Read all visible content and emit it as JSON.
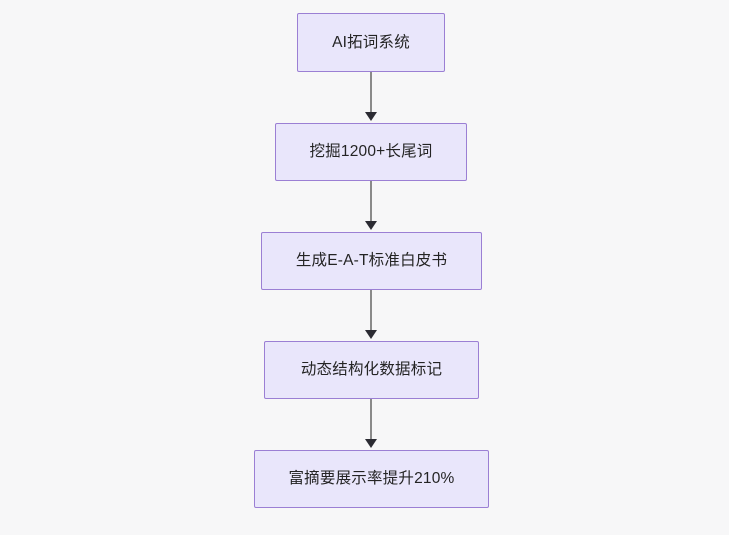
{
  "diagram": {
    "type": "flowchart",
    "orientation": "top-to-bottom",
    "background_color": "#f7f7f8",
    "node_fill_color": "#e9e6fb",
    "node_border_color": "#9b7fd4",
    "node_text_color": "#242424",
    "edge_line_color": "#8a8a8a",
    "edge_arrowhead_color": "#2b2b33",
    "nodes": [
      {
        "id": "n0",
        "label": "AI拓词系统"
      },
      {
        "id": "n1",
        "label": "挖掘1200+长尾词"
      },
      {
        "id": "n2",
        "label": "生成E-A-T标准白皮书"
      },
      {
        "id": "n3",
        "label": "动态结构化数据标记"
      },
      {
        "id": "n4",
        "label": "富摘要展示率提升210%"
      }
    ],
    "edges": [
      {
        "id": "e0",
        "from": "n0",
        "to": "n1",
        "label": "",
        "arrow": "down-arrow-icon"
      },
      {
        "id": "e1",
        "from": "n1",
        "to": "n2",
        "label": "",
        "arrow": "down-arrow-icon"
      },
      {
        "id": "e2",
        "from": "n2",
        "to": "n3",
        "label": "",
        "arrow": "down-arrow-icon"
      },
      {
        "id": "e3",
        "from": "n3",
        "to": "n4",
        "label": "",
        "arrow": "down-arrow-icon"
      }
    ]
  }
}
